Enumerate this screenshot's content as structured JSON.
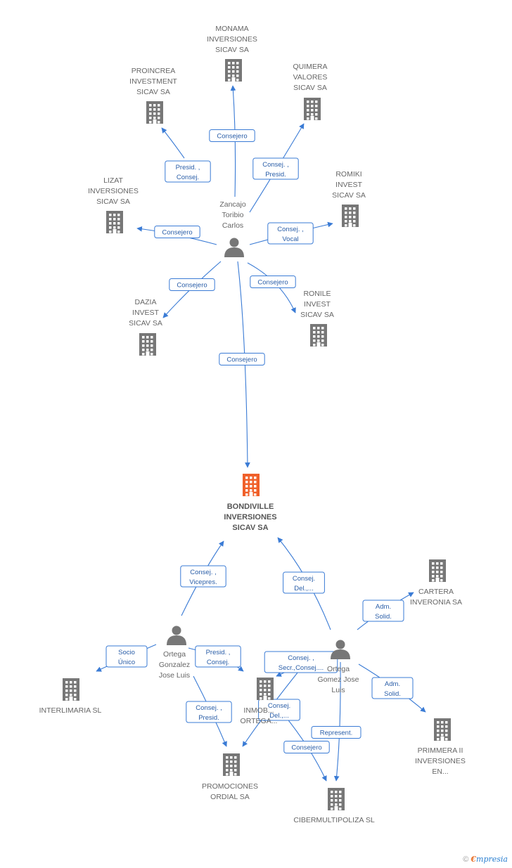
{
  "colors": {
    "company": "#777777",
    "focus": "#f0602a",
    "person": "#777777",
    "edge": "#3a7bd5"
  },
  "nodes": [
    {
      "id": "monama",
      "type": "company",
      "lines": [
        "MONAMA",
        "INVERSIONES",
        "SICAV SA"
      ]
    },
    {
      "id": "proincrea",
      "type": "company",
      "lines": [
        "PROINCREA",
        "INVESTMENT",
        "SICAV SA"
      ]
    },
    {
      "id": "quimera",
      "type": "company",
      "lines": [
        "QUIMERA",
        "VALORES",
        "SICAV SA"
      ]
    },
    {
      "id": "romiki",
      "type": "company",
      "lines": [
        "ROMIKI",
        "INVEST",
        "SICAV SA"
      ]
    },
    {
      "id": "lizat",
      "type": "company",
      "lines": [
        "LIZAT",
        "INVERSIONES",
        "SICAV SA"
      ]
    },
    {
      "id": "dazia",
      "type": "company",
      "lines": [
        "DAZIA",
        "INVEST",
        "SICAV SA"
      ]
    },
    {
      "id": "ronile",
      "type": "company",
      "lines": [
        "RONILE",
        "INVEST",
        "SICAV SA"
      ]
    },
    {
      "id": "zancajo",
      "type": "person",
      "lines": [
        "Zancajo",
        "Toribio",
        "Carlos"
      ]
    },
    {
      "id": "bondiville",
      "type": "focus",
      "lines": [
        "BONDIVILLE",
        "INVERSIONES",
        "SICAV SA"
      ]
    },
    {
      "id": "cartera",
      "type": "company",
      "lines": [
        "CARTERA",
        "INVERONIA SA"
      ]
    },
    {
      "id": "ortega_g",
      "type": "person",
      "lines": [
        "Ortega",
        "Gonzalez",
        "Jose Luis"
      ]
    },
    {
      "id": "ortega_gomez",
      "type": "person",
      "lines": [
        "Ortega",
        "Gomez Jose",
        "Luis"
      ]
    },
    {
      "id": "interlimaria",
      "type": "company",
      "lines": [
        "INTERLIMARIA SL"
      ]
    },
    {
      "id": "inmob",
      "type": "company",
      "lines": [
        "INMOB...",
        "ORTEGA..."
      ]
    },
    {
      "id": "promociones",
      "type": "company",
      "lines": [
        "PROMOCIONES",
        "ORDIAL SA"
      ]
    },
    {
      "id": "primmera",
      "type": "company",
      "lines": [
        "PRIMMERA II",
        "INVERSIONES",
        "EN..."
      ]
    },
    {
      "id": "cibermultipoliza",
      "type": "company",
      "lines": [
        "CIBERMULTIPOLIZA SL"
      ]
    }
  ],
  "edges": [
    {
      "from": "zancajo",
      "to": "monama",
      "lines": [
        "Consejero"
      ]
    },
    {
      "from": "zancajo",
      "to": "proincrea",
      "lines": [
        "Presid. ,",
        "Consej."
      ]
    },
    {
      "from": "zancajo",
      "to": "quimera",
      "lines": [
        "Consej. ,",
        "Presid."
      ]
    },
    {
      "from": "zancajo",
      "to": "romiki",
      "lines": [
        "Consej. ,",
        "Vocal"
      ]
    },
    {
      "from": "zancajo",
      "to": "lizat",
      "lines": [
        "Consejero"
      ]
    },
    {
      "from": "zancajo",
      "to": "dazia",
      "lines": [
        "Consejero"
      ]
    },
    {
      "from": "zancajo",
      "to": "ronile",
      "lines": [
        "Consejero"
      ]
    },
    {
      "from": "zancajo",
      "to": "bondiville",
      "lines": [
        "Consejero"
      ]
    },
    {
      "from": "ortega_g",
      "to": "bondiville",
      "lines": [
        "Consej. ,",
        "Vicepres."
      ]
    },
    {
      "from": "ortega_gomez",
      "to": "bondiville",
      "lines": [
        "Consej.",
        "Del.,..."
      ]
    },
    {
      "from": "ortega_gomez",
      "to": "cartera",
      "lines": [
        "Adm.",
        "Solid."
      ]
    },
    {
      "from": "ortega_g",
      "to": "interlimaria",
      "lines": [
        "Socio",
        "Único"
      ]
    },
    {
      "from": "ortega_g",
      "to": "inmob",
      "lines": [
        "Presid. ,",
        "Consej."
      ]
    },
    {
      "from": "ortega_g",
      "to": "promociones",
      "lines": [
        "Consej. ,",
        "Presid."
      ]
    },
    {
      "from": "ortega_gomez",
      "to": "inmob",
      "lines": [
        "Consej. ,",
        "Secr.,Consej...."
      ]
    },
    {
      "from": "ortega_gomez",
      "to": "promociones",
      "lines": [
        "Consej.",
        "Del.,..."
      ]
    },
    {
      "from": "ortega_gomez",
      "to": "primmera",
      "lines": [
        "Adm.",
        "Solid."
      ]
    },
    {
      "from": "ortega_gomez",
      "to": "cibermultipoliza",
      "lines": [
        "Represent."
      ]
    },
    {
      "from": "ortega_g",
      "to": "cibermultipoliza",
      "lines": [
        "Consejero"
      ]
    }
  ],
  "footer": {
    "copyright": "©",
    "brand_first": "€",
    "brand_rest": "mpresia"
  }
}
